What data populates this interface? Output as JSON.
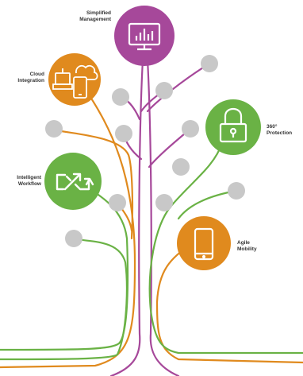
{
  "colors": {
    "purple": "#a6489a",
    "orange": "#e08a1e",
    "green": "#6ab245",
    "grey": "#c8c8c8"
  },
  "nodes": {
    "management": {
      "label": "Simplified\nManagement",
      "icon": "monitor-chart-icon",
      "color": "purple"
    },
    "cloud": {
      "label": "Cloud\nIntegration",
      "icon": "cloud-devices-icon",
      "color": "orange"
    },
    "protection": {
      "label": "360°\nProtection",
      "icon": "padlock-icon",
      "color": "green"
    },
    "workflow": {
      "label": "Intelligent\nWorkflow",
      "icon": "workflow-arrows-icon",
      "color": "green"
    },
    "mobility": {
      "label": "Agile\nMobility",
      "icon": "smartphone-icon",
      "color": "orange"
    }
  }
}
